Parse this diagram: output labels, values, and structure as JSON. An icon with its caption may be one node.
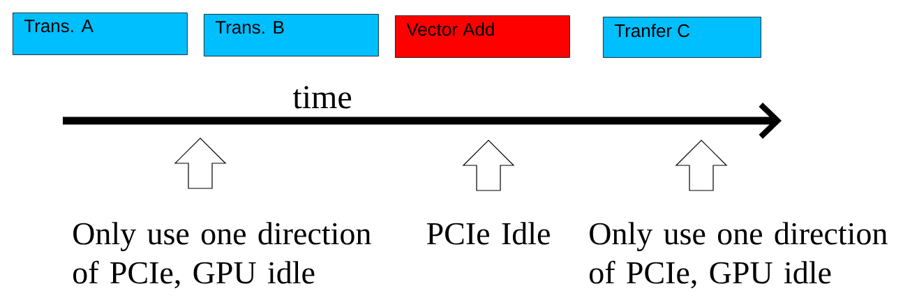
{
  "diagram": {
    "nodes": [
      {
        "text": [
          "Trans. A"
        ]
      },
      {
        "text": [
          "Trans. B"
        ]
      },
      {
        "text": [
          "Vector Add"
        ]
      },
      {
        "text": [
          "Tranfer C"
        ]
      }
    ],
    "labels": [
      "time",
      "Only use one direction of PCIe, GPU idle",
      "PCIe Idle",
      "Only use one direction of PCIe, GPU idle"
    ]
  }
}
